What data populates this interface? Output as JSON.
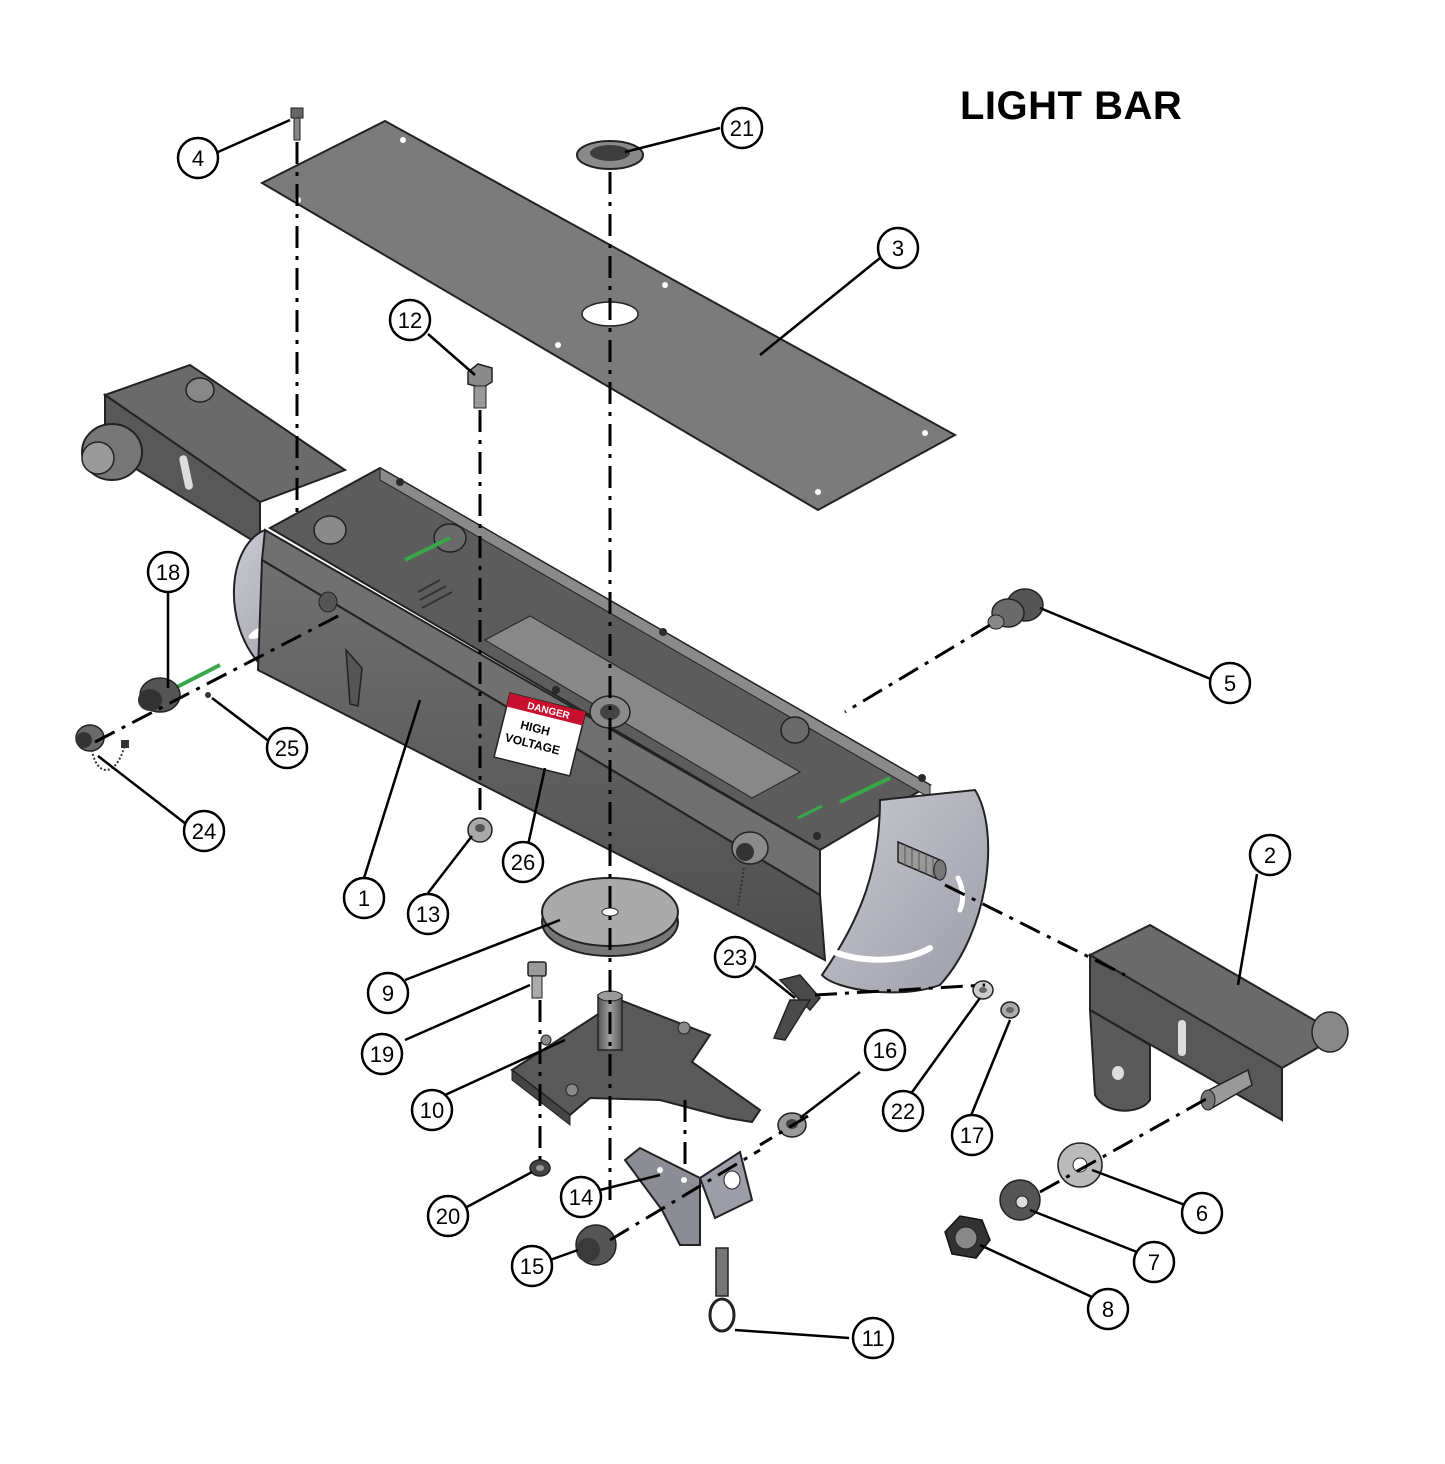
{
  "title": "LIGHT BAR",
  "label": {
    "danger": "DANGER",
    "high": "HIGH",
    "voltage": "VOLTAGE"
  },
  "colors": {
    "body_dark": "#5f5f5f",
    "body_mid": "#7a7a7a",
    "plate_light": "#bdbdc6",
    "danger_red": "#c8102e",
    "green_wire": "#3aa64a"
  },
  "callouts": [
    {
      "num": "1"
    },
    {
      "num": "2"
    },
    {
      "num": "3"
    },
    {
      "num": "4"
    },
    {
      "num": "5"
    },
    {
      "num": "6"
    },
    {
      "num": "7"
    },
    {
      "num": "8"
    },
    {
      "num": "9"
    },
    {
      "num": "10"
    },
    {
      "num": "11"
    },
    {
      "num": "12"
    },
    {
      "num": "13"
    },
    {
      "num": "14"
    },
    {
      "num": "15"
    },
    {
      "num": "16"
    },
    {
      "num": "17"
    },
    {
      "num": "18"
    },
    {
      "num": "19"
    },
    {
      "num": "20"
    },
    {
      "num": "21"
    },
    {
      "num": "22"
    },
    {
      "num": "23"
    },
    {
      "num": "24"
    },
    {
      "num": "25"
    },
    {
      "num": "26"
    }
  ]
}
